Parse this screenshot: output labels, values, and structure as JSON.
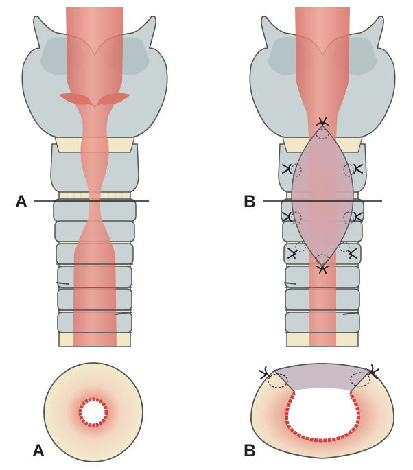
{
  "labels": {
    "left_section": "A",
    "right_section": "B",
    "left_cross_section": "A",
    "right_cross_section": "B"
  },
  "colors": {
    "cartilage": "#c9d3d4",
    "cartilage_shadow": "#aebcbe",
    "outline": "#4d5456",
    "lumen": "#d9756a",
    "lumen_light": "#eba59a",
    "ligament": "#f1e8c8",
    "graft": "#cbbcc6",
    "suture": "#231f20",
    "mucosa_red": "#c9443f",
    "tissue_cream": "#f3ebca",
    "tissue_pink": "#e6a896"
  }
}
